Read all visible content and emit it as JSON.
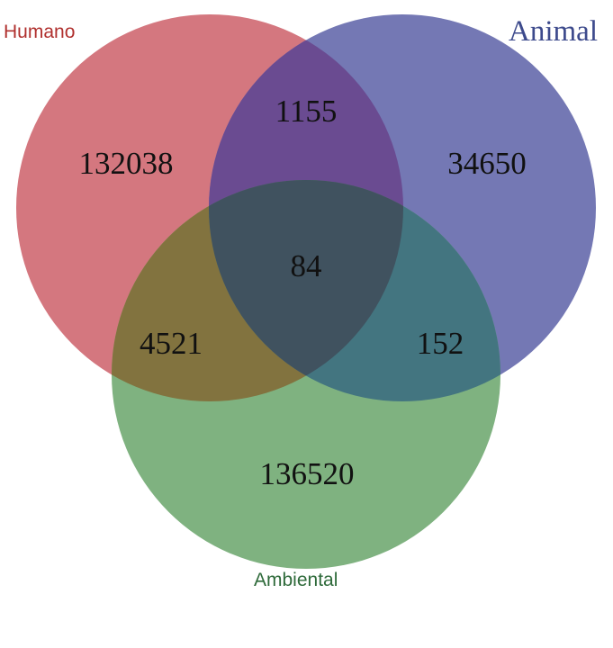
{
  "sets": {
    "humano": {
      "label": "Humano",
      "color": "#d4777f",
      "label_color": "#b0302e"
    },
    "animal": {
      "label": "Animal",
      "color": "#7478b4",
      "label_color": "#3d4a8c"
    },
    "ambiental": {
      "label": "Ambiental",
      "color": "#7fb280",
      "label_color": "#2e6a3a"
    }
  },
  "regions": {
    "humano_only": "132038",
    "animal_only": "34650",
    "ambiental_only": "136520",
    "humano_animal": "1155",
    "humano_ambiental": "4521",
    "animal_ambiental": "152",
    "all_three": "84"
  },
  "region_colors": {
    "humano_animal": "#6a4b91",
    "humano_ambiental": "#82733f",
    "animal_ambiental": "#437580",
    "all_three": "#40525f"
  },
  "chart_data": {
    "type": "venn",
    "sets": [
      "Humano",
      "Animal",
      "Ambiental"
    ],
    "regions": [
      {
        "sets": [
          "Humano"
        ],
        "value": 132038
      },
      {
        "sets": [
          "Animal"
        ],
        "value": 34650
      },
      {
        "sets": [
          "Ambiental"
        ],
        "value": 136520
      },
      {
        "sets": [
          "Humano",
          "Animal"
        ],
        "value": 1155
      },
      {
        "sets": [
          "Humano",
          "Ambiental"
        ],
        "value": 4521
      },
      {
        "sets": [
          "Animal",
          "Ambiental"
        ],
        "value": 152
      },
      {
        "sets": [
          "Humano",
          "Animal",
          "Ambiental"
        ],
        "value": 84
      }
    ],
    "title": ""
  }
}
